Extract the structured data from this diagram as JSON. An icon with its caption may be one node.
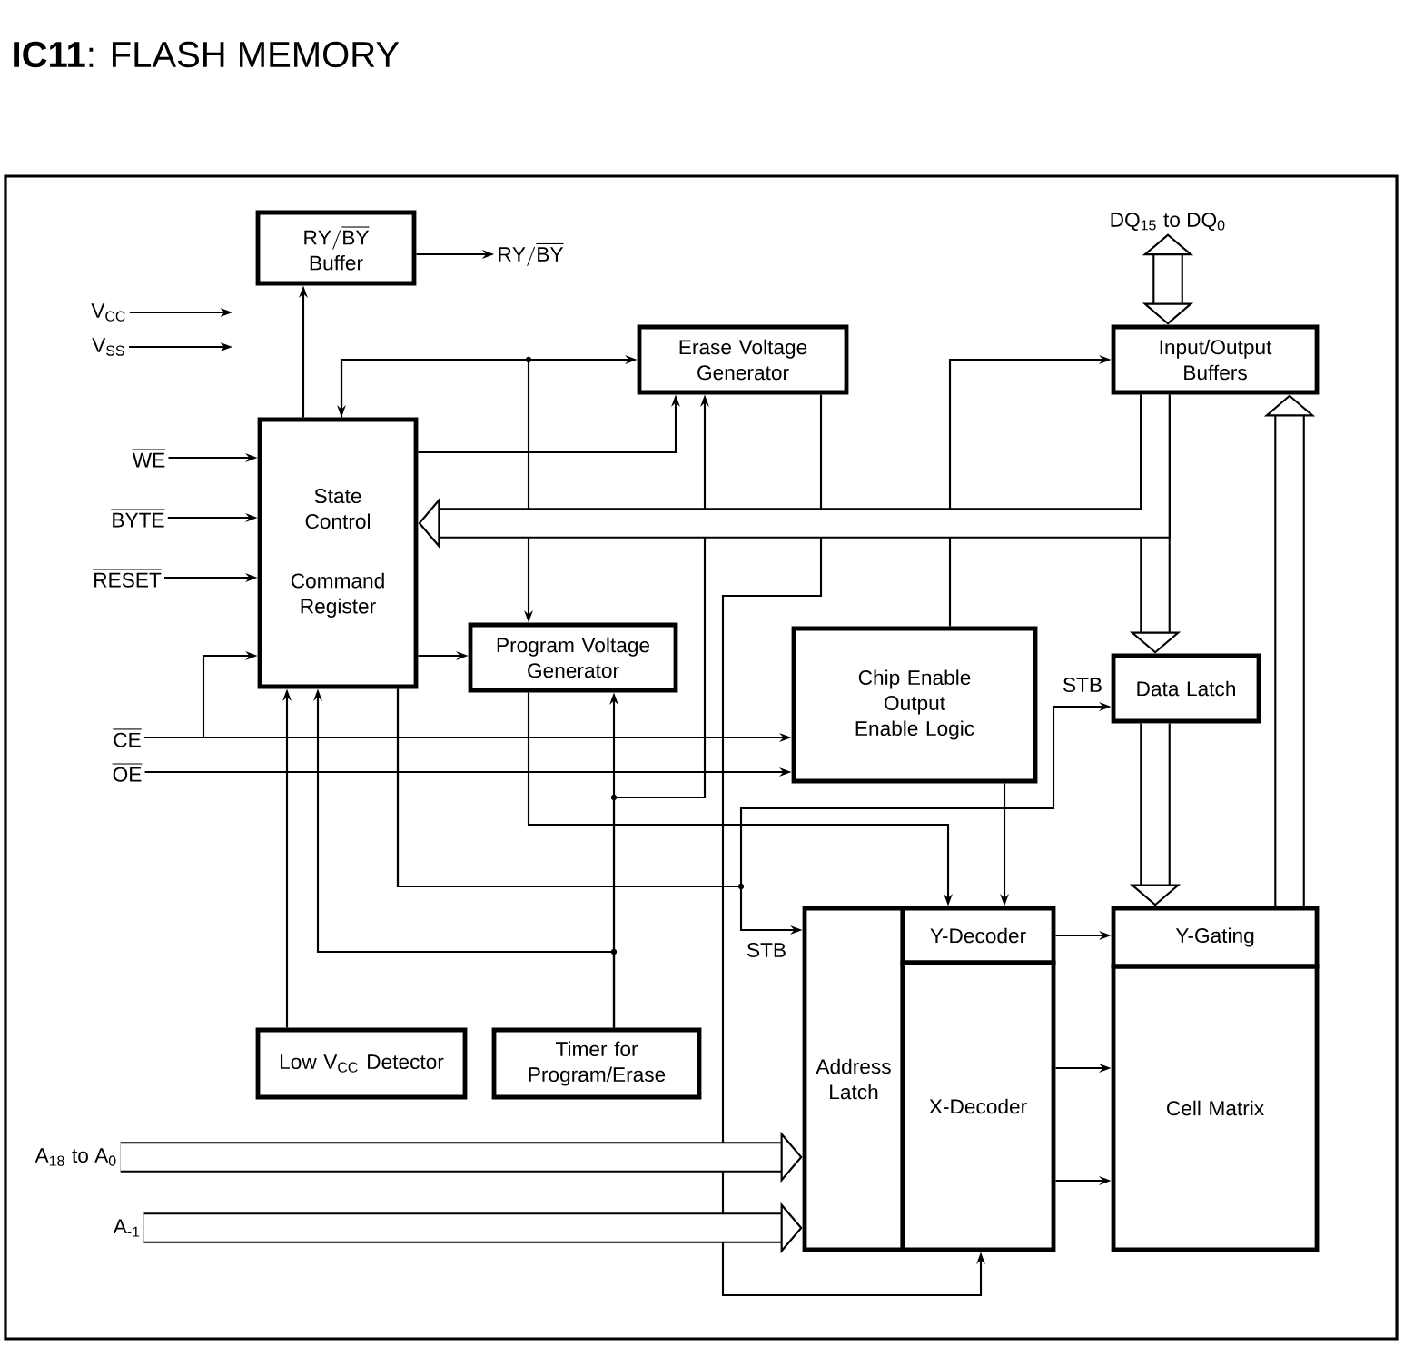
{
  "diagram": {
    "title": "**IC11**: FLASH MEMORY",
    "nodes": [
      {
        "text": [
          "\\mathrm{RY}/\\overline{\\mathrm{BY}}",
          "Buffer"
        ]
      },
      {
        "text": [
          "\\mathrm{RY}/\\overline{\\mathrm{BY}}"
        ]
      },
      {
        "text": [
          "V$_{CC}$"
        ]
      },
      {
        "text": [
          "V$_{SS}$"
        ]
      },
      {
        "text": [
          "Erase Voltage Generator"
        ]
      },
      {
        "text": [
          "DQ$_{15}$ to DQ$_{0}$"
        ]
      },
      {
        "text": [
          "Input/Output Buffers"
        ]
      },
      {
        "text": [
          "\\overline{\\mathrm{WE}}"
        ]
      },
      {
        "text": [
          "State Control",
          "Command Register"
        ]
      },
      {
        "text": [
          "\\overline{\\mathrm{BYTE}}"
        ]
      },
      {
        "text": [
          "\\overline{\\mathrm{RESET}}"
        ]
      },
      {
        "text": [
          "Program Voltage Generator"
        ]
      },
      {
        "text": [
          "Chip Enable Output Enable Logic"
        ]
      },
      {
        "text": [
          "Data Latch"
        ]
      },
      {
        "text": [
          "\\overline{\\mathrm{CE}}"
        ]
      },
      {
        "text": [
          "\\overline{\\mathrm{OE}}"
        ]
      },
      {
        "text": [
          "Address Latch"
        ]
      },
      {
        "text": [
          "Y-Decoder"
        ]
      },
      {
        "text": [
          "X-Decoder"
        ]
      },
      {
        "text": [
          "Y-Gating"
        ]
      },
      {
        "text": [
          "Cell Matrix"
        ]
      },
      {
        "text": [
          "Low V$_{CC}$ Detector"
        ]
      },
      {
        "text": [
          "Timer for Program/Erase"
        ]
      },
      {
        "text": [
          "A$_{18}$ to A$_{0}$"
        ]
      },
      {
        "text": [
          "A$_{-1}$"
        ]
      }
    ],
    "edges": [
      {
        "from": 8,
        "to": 0,
        "arrow": "to"
      },
      {
        "from": 0,
        "to": 1,
        "arrow": "to"
      },
      {
        "from": 2,
        "to": null,
        "arrow": "to"
      },
      {
        "from": 3,
        "to": null,
        "arrow": "to"
      },
      {
        "from": 8,
        "to": 4,
        "arrow": "both"
      },
      {
        "from": 8,
        "to": 11,
        "arrow": "to"
      },
      {
        "from": 8,
        "to": 4,
        "arrow": "to"
      },
      {
        "from": 7,
        "to": 8,
        "arrow": "to"
      },
      {
        "from": 9,
        "to": 8,
        "arrow": "to"
      },
      {
        "from": 10,
        "to": 8,
        "arrow": "to"
      },
      {
        "from": 8,
        "to": 11,
        "arrow": "to"
      },
      {
        "from": 14,
        "to": 8,
        "arrow": "to"
      },
      {
        "from": 14,
        "to": 12,
        "arrow": "to"
      },
      {
        "from": 15,
        "to": 12,
        "arrow": "to"
      },
      {
        "from": 21,
        "to": 8,
        "arrow": "to"
      },
      {
        "from": 22,
        "to": 11,
        "arrow": "to"
      },
      {
        "from": 22,
        "to": 8,
        "arrow": "to"
      },
      {
        "from": 22,
        "to": 4,
        "arrow": "to"
      },
      {
        "from": 8,
        "to": 16,
        "arrow": "to",
        "label": "STB"
      },
      {
        "from": 8,
        "to": 13,
        "arrow": "to",
        "label": "STB"
      },
      {
        "from": 11,
        "to": 17,
        "arrow": "to"
      },
      {
        "from": 12,
        "to": 17,
        "arrow": "to"
      },
      {
        "from": 12,
        "to": 6,
        "arrow": "to"
      },
      {
        "from": 4,
        "to": 18,
        "arrow": "to"
      },
      {
        "from": 17,
        "to": 19,
        "arrow": "to"
      },
      {
        "from": 18,
        "to": 20,
        "arrow": "to"
      },
      {
        "from": 18,
        "to": 20,
        "arrow": "to"
      },
      {
        "from": 5,
        "to": 6,
        "arrow": "both",
        "style": "thick"
      },
      {
        "from": 6,
        "to": 13,
        "arrow": "to",
        "style": "thick"
      },
      {
        "from": 6,
        "to": 8,
        "arrow": "to",
        "style": "thick"
      },
      {
        "from": 13,
        "to": 19,
        "arrow": "to",
        "style": "thick"
      },
      {
        "from": 19,
        "to": 6,
        "arrow": "to",
        "style": "thick"
      },
      {
        "from": 23,
        "to": 16,
        "arrow": "to",
        "style": "thick"
      },
      {
        "from": 24,
        "to": 16,
        "arrow": "to",
        "style": "thick"
      }
    ]
  }
}
